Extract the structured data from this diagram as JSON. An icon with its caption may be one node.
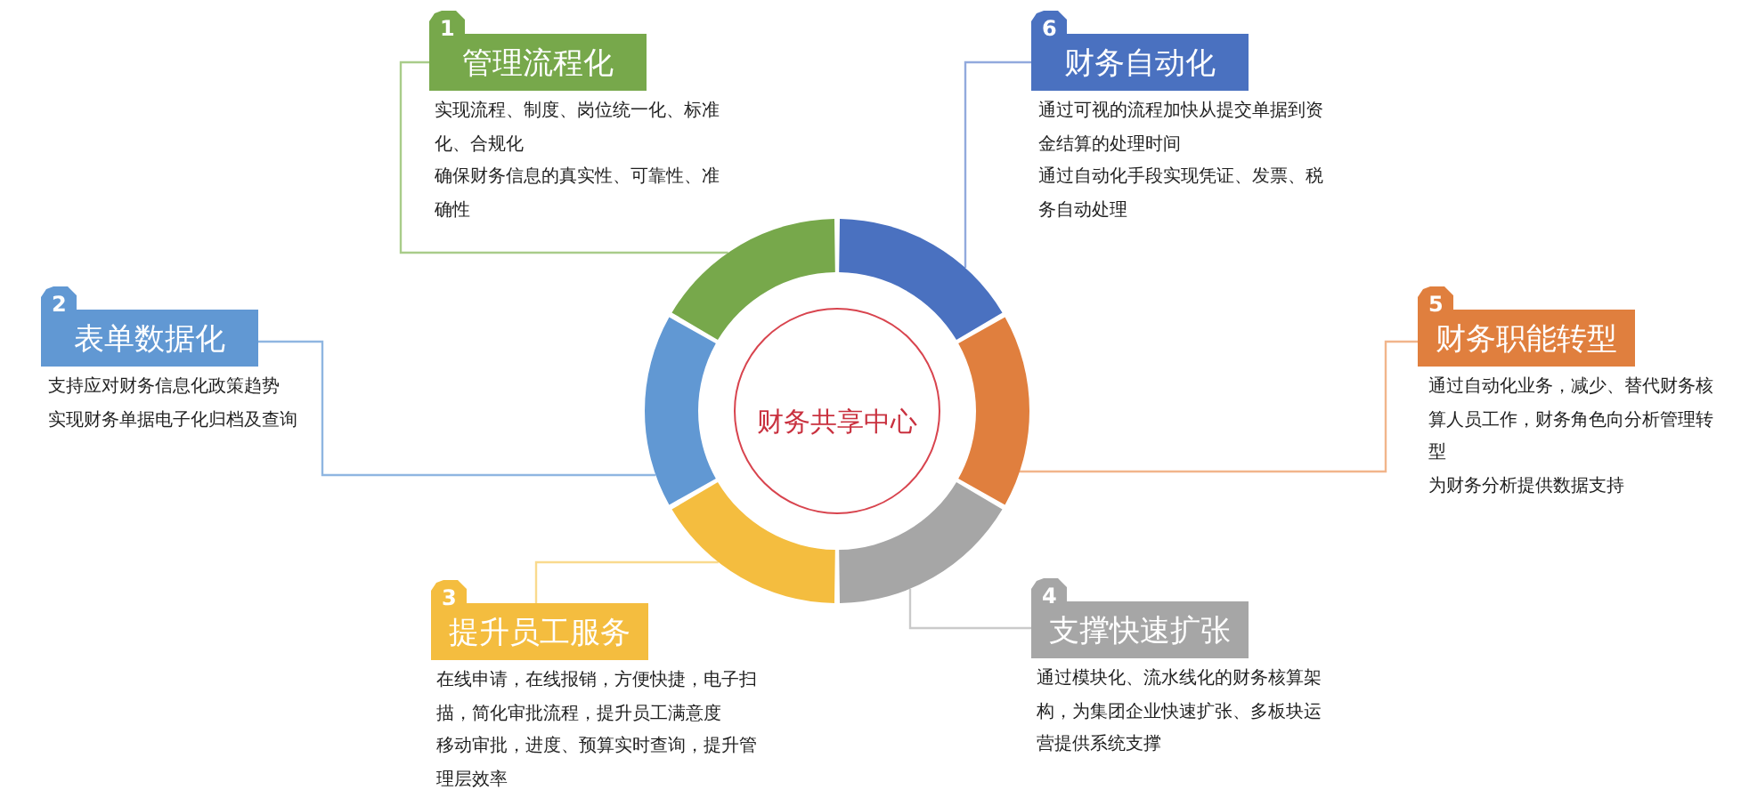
{
  "diagram": {
    "nodes": [
      {
        "text": [
          "1",
          "管理流程化"
        ],
        "beside": [
          "实现流程、制度、岗位统一化、标准化、合规化"
        ]
      },
      {
        "text": [
          "2",
          "表单数据化"
        ],
        "beside": [
          "支持应对财务信息化政策趋势",
          "实现财务单据电子化归档及查询"
        ]
      },
      {
        "text": [
          "3",
          "提升员工服务"
        ],
        "beside": [
          "在线申请，在线报销，方便快捷，电子扫描，简化审批流程，提升员工满意度",
          "移动审批，进度、预算实时查询，提升管理层效率"
        ]
      },
      {
        "text": [
          "4",
          "支撑快速扩张"
        ],
        "beside": [
          "通过模块化、流水线化的财务核算架构，为集团企业快速扩张、多板块运营提供系统支撑"
        ]
      },
      {
        "text": [
          "5",
          "财务职能转型"
        ],
        "beside": [
          "通过自动化业务，减少、替代财务核算人员工作，财务角色向分析管理转型",
          "为财务分析提供数据支持"
        ]
      },
      {
        "text": [
          "6",
          "财务自动化"
        ],
        "beside": [
          "通过可视的流程加快从提交单据到资金结算的处理时间",
          "通过自动化手段实现凭证、发票、税务自动处理"
        ]
      },
      {
        "text": [
          "财务共享中心"
        ]
      },
      {
        "text": [],
        "shape": "arc"
      },
      {
        "text": [],
        "shape": "arc"
      },
      {
        "text": [],
        "shape": "arc"
      },
      {
        "text": [],
        "shape": "arc"
      },
      {
        "text": [],
        "shape": "arc"
      },
      {
        "text": [],
        "shape": "arc"
      }
    ],
    "edges": [
      {
        "from": 0,
        "to": 7,
        "arrow": "none",
        "color": "#a9cc8a"
      },
      {
        "from": 1,
        "to": 8,
        "arrow": "none",
        "color": "#8fb6e1"
      },
      {
        "from": 2,
        "to": 9,
        "arrow": "none",
        "color": "#f9da8e"
      },
      {
        "from": 3,
        "to": 10,
        "arrow": "none",
        "color": "#cacaca"
      },
      {
        "from": 4,
        "to": 11,
        "arrow": "none",
        "color": "#f1b58b"
      },
      {
        "from": 5,
        "to": 12,
        "arrow": "none",
        "color": "#92aadd"
      }
    ],
    "labels": [
      "确保财务信息的真实性、可靠性、准确性"
    ]
  }
}
